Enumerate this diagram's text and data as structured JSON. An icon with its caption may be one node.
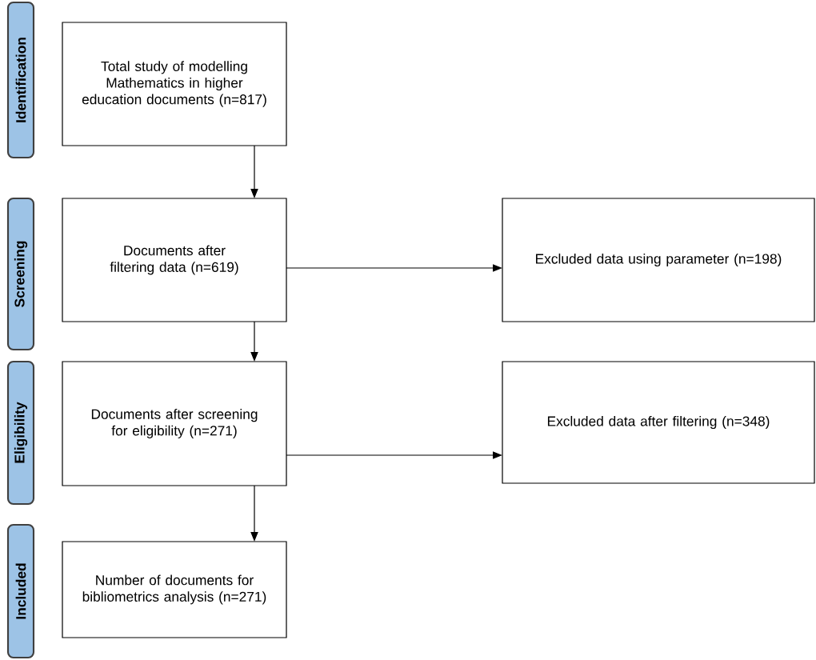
{
  "diagram": {
    "nodes": [
      {
        "text": [
          "Identification"
        ]
      },
      {
        "text": [
          "Total study of modelling Mathematics in higher education documents (n=817)"
        ]
      },
      {
        "text": [
          "Screening"
        ]
      },
      {
        "text": [
          "Documents after filtering data (n=619)"
        ]
      },
      {
        "text": [
          "Excluded data using parameter  (n=198)"
        ]
      },
      {
        "text": [
          "Eligibility"
        ]
      },
      {
        "text": [
          "Documents after screening for eligibility (n=271)"
        ]
      },
      {
        "text": [
          "Excluded data after filtering (n=348)"
        ]
      },
      {
        "text": [
          "Included"
        ]
      },
      {
        "text": [
          "Number of documents for bibliometrics analysis (n=271)"
        ]
      }
    ],
    "edges": [
      {
        "from": 1,
        "to": 3,
        "arrow": "to"
      },
      {
        "from": 3,
        "to": 6,
        "arrow": "to"
      },
      {
        "from": 6,
        "to": 9,
        "arrow": "to"
      },
      {
        "from": 3,
        "to": 4,
        "arrow": "to"
      },
      {
        "from": 6,
        "to": 7,
        "arrow": "to"
      }
    ]
  }
}
